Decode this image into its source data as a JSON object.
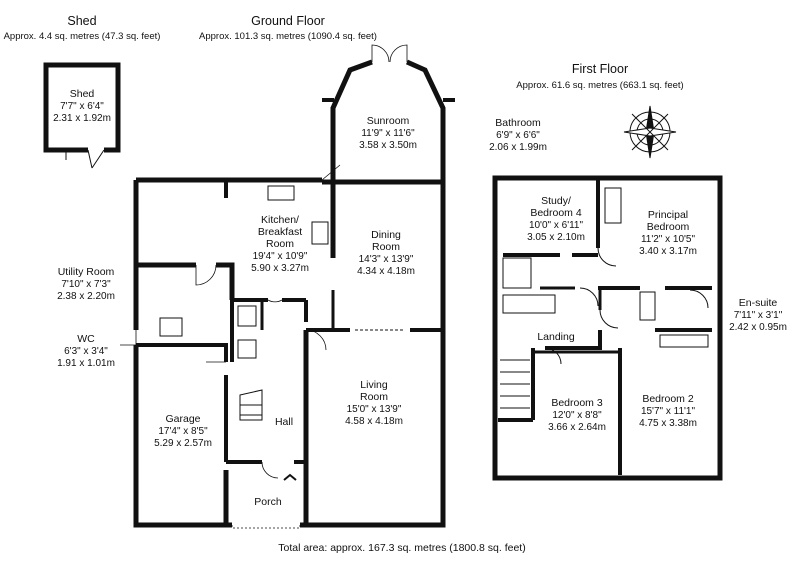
{
  "sections": {
    "shed": {
      "title": "Shed",
      "area": "Approx. 4.4 sq. metres (47.3 sq. feet)"
    },
    "ground": {
      "title": "Ground Floor",
      "area": "Approx. 101.3 sq. metres (1090.4 sq. feet)"
    },
    "first": {
      "title": "First Floor",
      "area": "Approx. 61.6 sq. metres (663.1 sq. feet)"
    }
  },
  "rooms": {
    "shed": {
      "name": "Shed",
      "imperial": "7'7\" x 6'4\"",
      "metric": "2.31 x 1.92m"
    },
    "sunroom": {
      "name": "Sunroom",
      "imperial": "11'9\" x 11'6\"",
      "metric": "3.58 x 3.50m"
    },
    "kitchen": {
      "name1": "Kitchen/",
      "name2": "Breakfast",
      "name3": "Room",
      "imperial": "19'4\" x 10'9\"",
      "metric": "5.90 x 3.27m"
    },
    "dining": {
      "name1": "Dining",
      "name2": "Room",
      "imperial": "14'3\" x 13'9\"",
      "metric": "4.34 x 4.18m"
    },
    "utility": {
      "name": "Utility Room",
      "imperial": "7'10\" x 7'3\"",
      "metric": "2.38 x 2.20m"
    },
    "wc": {
      "name": "WC",
      "imperial": "6'3\" x 3'4\"",
      "metric": "1.91 x 1.01m"
    },
    "garage": {
      "name": "Garage",
      "imperial": "17'4\" x 8'5\"",
      "metric": "5.29 x 2.57m"
    },
    "hall": {
      "name": "Hall"
    },
    "living": {
      "name1": "Living",
      "name2": "Room",
      "imperial": "15'0\" x 13'9\"",
      "metric": "4.58 x 4.18m"
    },
    "porch": {
      "name": "Porch"
    },
    "bathroom": {
      "name": "Bathroom",
      "imperial": "6'9\" x 6'6\"",
      "metric": "2.06 x 1.99m"
    },
    "study": {
      "name1": "Study/",
      "name2": "Bedroom 4",
      "imperial": "10'0\" x 6'11\"",
      "metric": "3.05 x 2.10m"
    },
    "principal": {
      "name1": "Principal",
      "name2": "Bedroom",
      "imperial": "11'2\" x 10'5\"",
      "metric": "3.40 x 3.17m"
    },
    "ensuite": {
      "name": "En-suite",
      "imperial": "7'11\" x 3'1\"",
      "metric": "2.42 x 0.95m"
    },
    "landing": {
      "name": "Landing"
    },
    "bedroom3": {
      "name": "Bedroom 3",
      "imperial": "12'0\" x 8'8\"",
      "metric": "3.66 x 2.64m"
    },
    "bedroom2": {
      "name": "Bedroom 2",
      "imperial": "15'7\" x 11'1\"",
      "metric": "4.75 x 3.38m"
    }
  },
  "footer": {
    "total": "Total area: approx. 167.3 sq. metres (1800.8 sq. feet)"
  }
}
